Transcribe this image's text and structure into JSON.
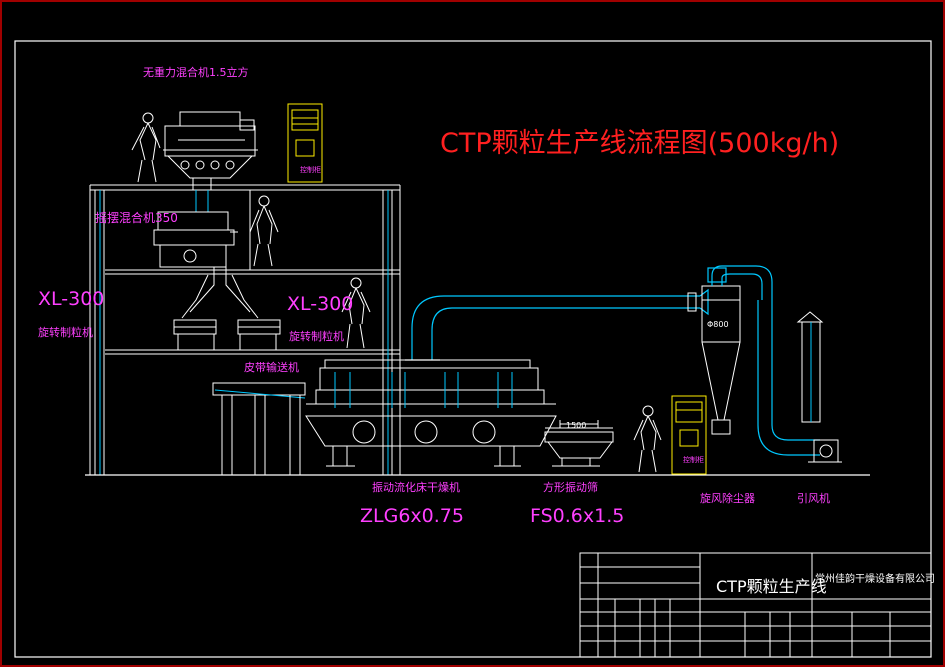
{
  "diagram": {
    "title": "CTP颗粒生产线流程图(500kg/h)",
    "colors": {
      "background": "#000000",
      "frame": "#ffffff",
      "title": "#ff2020",
      "equipment_label": "#ff40ff",
      "model_label": "#ff40ff",
      "duct": "#00c8ff",
      "cabinet": "#ffee00"
    },
    "equipment": {
      "mixer_top": "无重力混合机1.5立方",
      "mixer_mid": "摇摆混合机350",
      "granulator_left_model": "XL-300",
      "granulator_left_name": "旋转制粒机",
      "granulator_right_model": "XL-300",
      "granulator_right_name": "旋转制粒机",
      "conveyor": "皮带输送机",
      "dryer_name": "振动流化床干燥机",
      "dryer_model": "ZLG6x0.75",
      "screen_name": "方形振动筛",
      "screen_model": "FS0.6x1.5",
      "cyclone": "旋风除尘器",
      "fan": "引风机",
      "dim_screen": "1500",
      "dim_cyclone": "Φ800",
      "cabinet_text": "控制柜"
    },
    "title_block": {
      "drawing_name": "CTP颗粒生产线",
      "company": "常州佳韵干燥设备有限公司"
    }
  }
}
